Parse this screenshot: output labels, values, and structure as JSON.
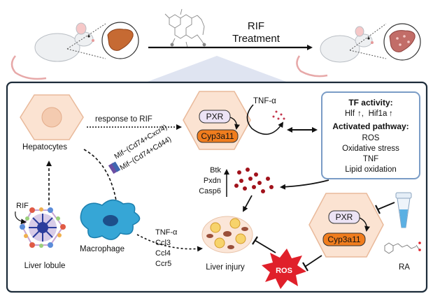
{
  "top": {
    "treatment_line1": "RIF",
    "treatment_line2": "Treatment"
  },
  "left": {
    "hepatocytes": "Hepatocytes",
    "rif_label": "RIF",
    "liver_lobule": "Liver lobule",
    "macrophage": "Macrophage"
  },
  "interactions": {
    "response_to_rif": "response to RIF",
    "mif_line1": "Mif−(Cd74+Cxcr4)",
    "mif_line2": "Mif−(Cd74+Cd44)"
  },
  "center": {
    "pxr": "PXR",
    "cyp": "Cyp3a11",
    "tnf_alpha": "TNF-α",
    "genes": [
      "Btk",
      "Pxdn",
      "Casp6"
    ],
    "cytokines": [
      "TNF-α",
      "Ccl3",
      "Ccl4",
      "Ccr5"
    ],
    "liver_injury": "Liver injury"
  },
  "tf_box": {
    "title": "TF activity:",
    "tf_a": "Hlf",
    "tf_b": "Hif1a",
    "pathway_title": "Activated pathway:",
    "pathways": [
      "ROS",
      "Oxidative stress",
      "TNF",
      "Lipid oxidation"
    ]
  },
  "right": {
    "pxr": "PXR",
    "cyp": "Cyp3a11",
    "ros": "ROS",
    "ra": "RA"
  },
  "colors": {
    "hepatocyte_fill": "#fbe3d2",
    "hepatocyte_stroke": "#e9b99a",
    "pxr_fill": "#ece3f5",
    "cyp_fill": "#f07d1e",
    "ros_fill": "#e0202a",
    "frame_stroke": "#1c2b39",
    "box_stroke": "#7a9cc6",
    "macrophage_fill": "#36a6d6",
    "dot_red": "#a1121b"
  }
}
